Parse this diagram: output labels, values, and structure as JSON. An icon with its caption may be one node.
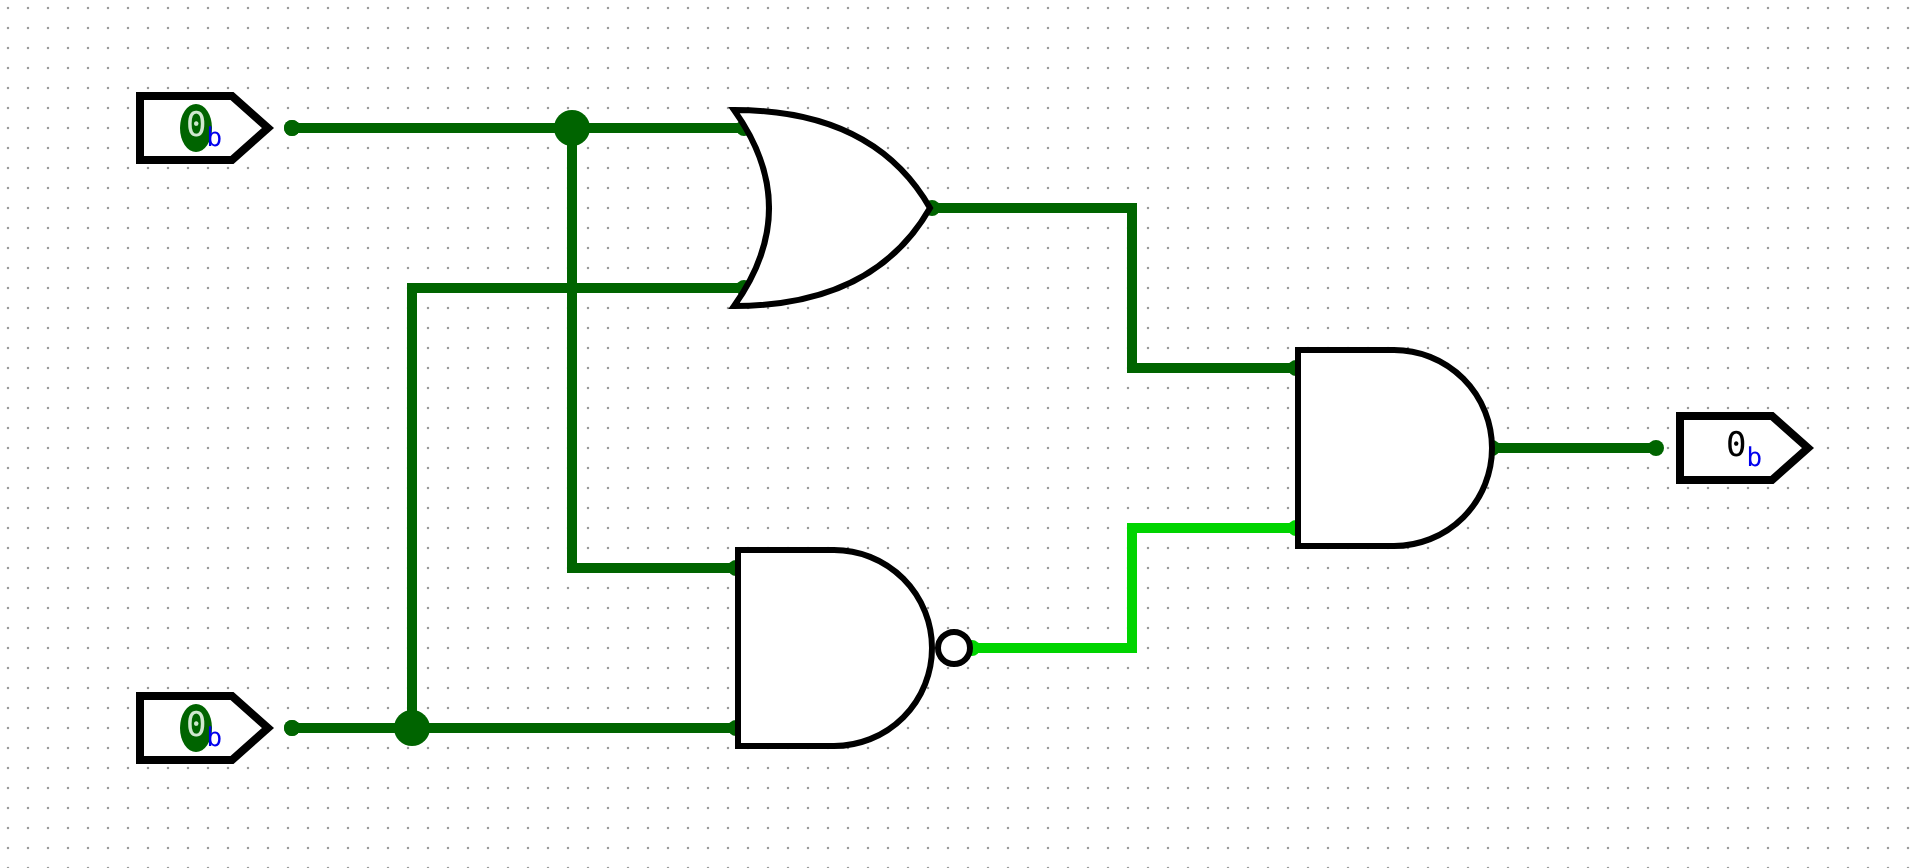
{
  "diagram": {
    "nodes": [
      {
        "text": [
          "0$_{b}$"
        ]
      },
      {
        "text": [
          "0$_{b}$"
        ]
      },
      {
        "text": [],
        "shape": "or-gate"
      },
      {
        "text": [],
        "shape": "nand-gate"
      },
      {
        "text": [],
        "shape": "and-gate"
      },
      {
        "text": [
          "0$_{b}$"
        ]
      }
    ],
    "edges": [
      {
        "from": 0,
        "to": 2,
        "arrow": "other"
      },
      {
        "from": 0,
        "to": 3,
        "arrow": "other"
      },
      {
        "from": 1,
        "to": 2,
        "arrow": "other"
      },
      {
        "from": 1,
        "to": 3,
        "arrow": "other"
      },
      {
        "from": 2,
        "to": 4,
        "arrow": "other"
      },
      {
        "from": 3,
        "to": 4,
        "arrow": "other",
        "color": "#00d400"
      },
      {
        "from": 4,
        "to": 5,
        "arrow": "other"
      }
    ]
  }
}
